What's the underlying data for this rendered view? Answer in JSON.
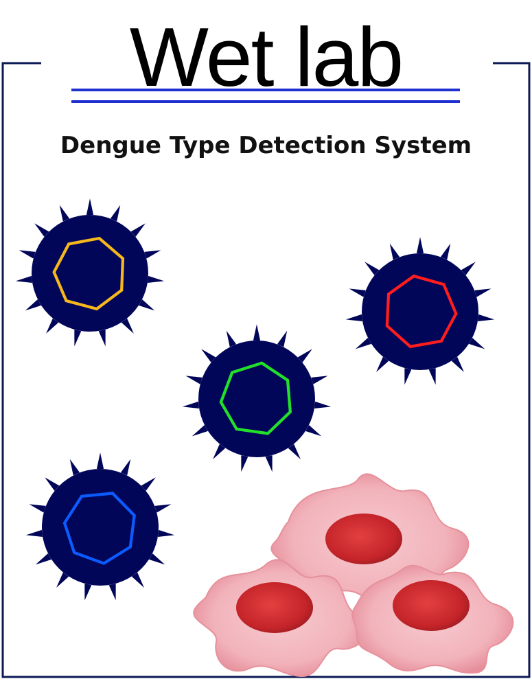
{
  "title": "Wet lab",
  "subtitle": "Dengue Type Detection System",
  "colors": {
    "frame": "#0b1a55",
    "underline": "#1f2fd0",
    "virus_body": "#020659",
    "hexagon_yellow": "#f6b81c",
    "hexagon_red": "#ff1d1d",
    "hexagon_green": "#22e12a",
    "hexagon_blue": "#0b5bff",
    "cell_membrane": "#f2b9c0",
    "cell_nucleus": "#c92a2c"
  },
  "viruses": [
    {
      "name": "virus-yellow",
      "hexagon_color": "#f6b81c"
    },
    {
      "name": "virus-red",
      "hexagon_color": "#ff1d1d"
    },
    {
      "name": "virus-green",
      "hexagon_color": "#22e12a"
    },
    {
      "name": "virus-blue",
      "hexagon_color": "#0b5bff"
    }
  ],
  "cells": 3
}
